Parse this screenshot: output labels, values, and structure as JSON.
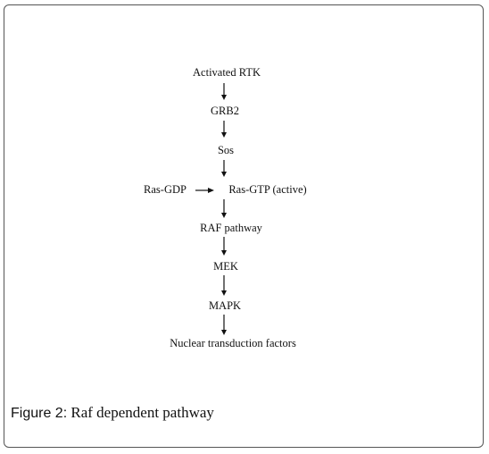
{
  "diagram": {
    "nodes": {
      "activated_rtk": "Activated RTK",
      "grb2": "GRB2",
      "sos": "Sos",
      "ras_gdp": "Ras-GDP",
      "ras_gtp": "Ras-GTP (active)",
      "raf": "RAF pathway",
      "mek": "MEK",
      "mapk": "MAPK",
      "nuclear": "Nuclear transduction factors"
    }
  },
  "caption": {
    "label": "Figure 2:",
    "text": " Raf dependent pathway"
  }
}
